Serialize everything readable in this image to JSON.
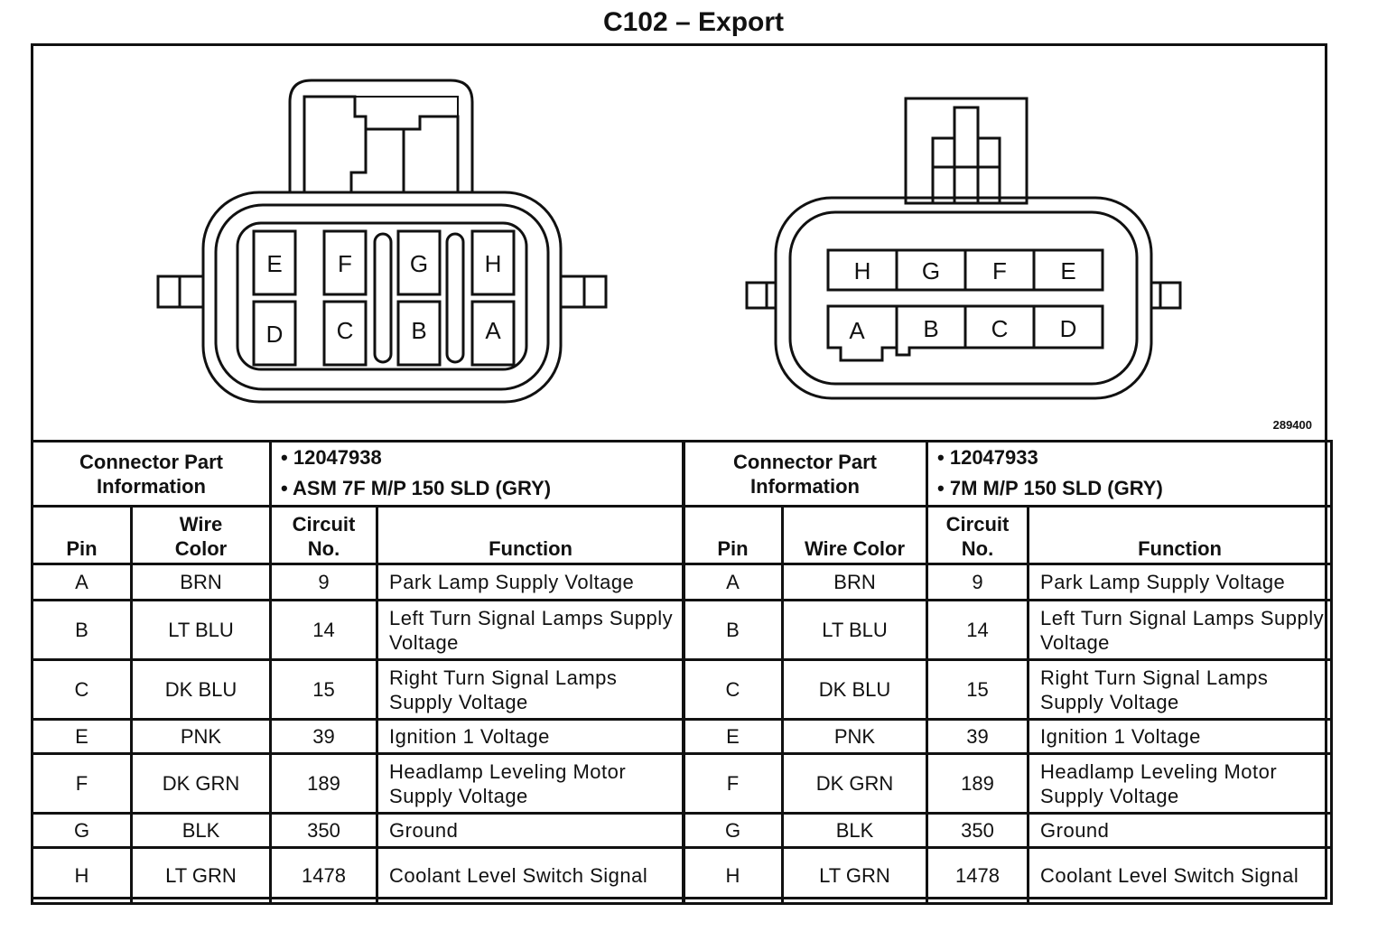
{
  "title": "C102 – Export",
  "figure_code": "289400",
  "left_connector": {
    "pins_top": [
      "E",
      "F",
      "G",
      "H"
    ],
    "pins_bottom": [
      "D",
      "C",
      "B",
      "A"
    ],
    "info_label_1": "Connector Part",
    "info_label_2": "Information",
    "part_number": "12047938",
    "part_desc": "ASM 7F M/P 150 SLD (GRY)",
    "headers": {
      "pin": "Pin",
      "wire_1": "Wire",
      "wire_2": "Color",
      "circuit_1": "Circuit",
      "circuit_2": "No.",
      "function": "Function"
    },
    "rows": [
      {
        "pin": "A",
        "color": "BRN",
        "circuit": "9",
        "function": "Park Lamp Supply Voltage"
      },
      {
        "pin": "B",
        "color": "LT BLU",
        "circuit": "14",
        "function": "Left Turn Signal Lamps Supply Voltage"
      },
      {
        "pin": "C",
        "color": "DK BLU",
        "circuit": "15",
        "function": "Right Turn Signal Lamps Supply Voltage"
      },
      {
        "pin": "E",
        "color": "PNK",
        "circuit": "39",
        "function": "Ignition 1 Voltage"
      },
      {
        "pin": "F",
        "color": "DK GRN",
        "circuit": "189",
        "function": "Headlamp Leveling Motor Supply Voltage"
      },
      {
        "pin": "G",
        "color": "BLK",
        "circuit": "350",
        "function": "Ground"
      },
      {
        "pin": "H",
        "color": "LT GRN",
        "circuit": "1478",
        "function": "Coolant Level Switch Signal"
      }
    ]
  },
  "right_connector": {
    "pins_top": [
      "H",
      "G",
      "F",
      "E"
    ],
    "pins_bottom": [
      "A",
      "B",
      "C",
      "D"
    ],
    "info_label_1": "Connector Part",
    "info_label_2": "Information",
    "part_number": "12047933",
    "part_desc": "7M M/P 150 SLD (GRY)",
    "headers": {
      "pin": "Pin",
      "wire": "Wire Color",
      "circuit_1": "Circuit",
      "circuit_2": "No.",
      "function": "Function"
    },
    "rows": [
      {
        "pin": "A",
        "color": "BRN",
        "circuit": "9",
        "function": "Park Lamp Supply Voltage"
      },
      {
        "pin": "B",
        "color": "LT BLU",
        "circuit": "14",
        "function": "Left Turn Signal Lamps Supply Voltage"
      },
      {
        "pin": "C",
        "color": "DK BLU",
        "circuit": "15",
        "function": "Right Turn Signal Lamps Supply Voltage"
      },
      {
        "pin": "E",
        "color": "PNK",
        "circuit": "39",
        "function": "Ignition 1 Voltage"
      },
      {
        "pin": "F",
        "color": "DK GRN",
        "circuit": "189",
        "function": "Headlamp Leveling Motor Supply Voltage"
      },
      {
        "pin": "G",
        "color": "BLK",
        "circuit": "350",
        "function": "Ground"
      },
      {
        "pin": "H",
        "color": "LT GRN",
        "circuit": "1478",
        "function": "Coolant Level Switch Signal"
      }
    ]
  }
}
